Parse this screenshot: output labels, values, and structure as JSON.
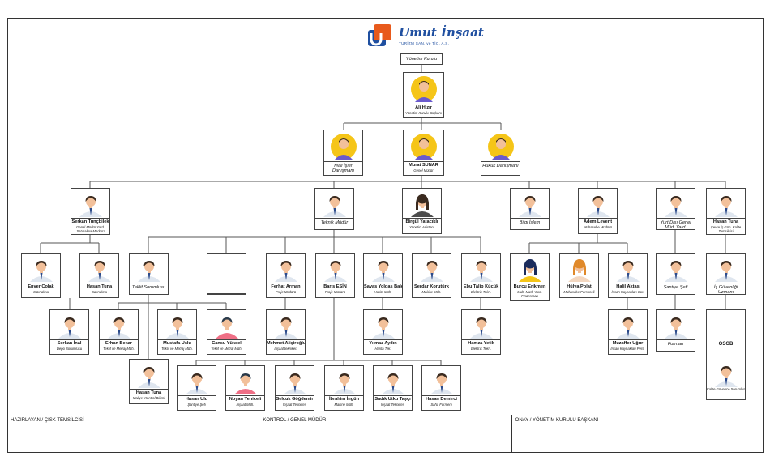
{
  "company": {
    "name": "Umut İnşaat",
    "sub": "TURİZM SAN. ve TİC. A.Ş."
  },
  "board_label": "Yönetim Kurulu",
  "people": {
    "chair": {
      "name": "Ali Hızır",
      "title": "Yönetim Kurulu Başkanı"
    },
    "mali": {
      "name": "",
      "title": "Mali İşler Danışmanı"
    },
    "gm": {
      "name": "Murat SUNAR",
      "title": "Genel Müdür"
    },
    "hukuk": {
      "name": "",
      "title": "Hukuk Danışmanı"
    },
    "serkan_t": {
      "name": "Serkan Tunçbilek",
      "title": "Genel Müdür Yard. Satınalma Müdürü"
    },
    "teknik": {
      "name": "",
      "title": "Teknik Müdür"
    },
    "birgul": {
      "name": "Birgül Yatacıklı",
      "title": "Yönetici Asistanı"
    },
    "bilgi": {
      "name": "",
      "title": "Bilgi İşlem"
    },
    "adem": {
      "name": "Adem Levent",
      "title": "Muhasebe Müdürü"
    },
    "yurtdisi": {
      "name": "",
      "title": "Yurt Dışı Genel Müd. Yard."
    },
    "hasan_t2": {
      "name": "Hasan Tuna",
      "title": "Çevre İş Gün. Kalite Temsilcisi"
    },
    "enver": {
      "name": "Enver Çolak",
      "title": "Satınalma"
    },
    "hasan_t1": {
      "name": "Hasan Tuna",
      "title": "Satınalma"
    },
    "teklif": {
      "name": "",
      "title": "Teklif Sorumlusu"
    },
    "mimarlar": {
      "name": "",
      "title": "Mimarlar"
    },
    "ferhat": {
      "name": "Ferhat Arman",
      "title": "Proje Müdürü"
    },
    "baris": {
      "name": "Barış ESİN",
      "title": "Proje Müdürü"
    },
    "savas": {
      "name": "Savaş Yoldaş Balcı",
      "title": "Harita Müh."
    },
    "serdar": {
      "name": "Serdar Korutürk",
      "title": "Makine Müh."
    },
    "ebu": {
      "name": "Ebu Talip Küçük",
      "title": "Elektrik Tekn."
    },
    "burcu": {
      "name": "Burcu Erikmen",
      "title": "Muh. Müd. Yard. Finansman"
    },
    "hulya": {
      "name": "Hülya Polat",
      "title": "Muhasebe Personeli"
    },
    "halil": {
      "name": "Halil Aktaş",
      "title": "İnsan Kaynakları Sor."
    },
    "santiye": {
      "name": "",
      "title": "Şantiye Şefi"
    },
    "isg": {
      "name": "",
      "title": "İş Güvenliği Uzmanı"
    },
    "serkan_i": {
      "name": "Serkan İnal",
      "title": "Depo Sorumlusu"
    },
    "erhan": {
      "name": "Erhan Bekar",
      "title": "Teklif ve Metraj Müh."
    },
    "mustafa": {
      "name": "Mustafa Uslu",
      "title": "Teklif ve Metraj Müh."
    },
    "cansu": {
      "name": "Cansu Yüksel",
      "title": "Teklif ve Metraj Müh."
    },
    "mehmet": {
      "name": "Mehmet Alişiroğlu",
      "title": "İnşaat teknikeri"
    },
    "yilmaz": {
      "name": "Yılmaz Aydın",
      "title": "Harita Tek."
    },
    "hamza": {
      "name": "Hamza Yetik",
      "title": "Elektrik Tekn."
    },
    "muzaffer": {
      "name": "Muzaffer Uğur",
      "title": "İnsan Kaynakları Pers."
    },
    "forman": {
      "name": "",
      "title": "Forman"
    },
    "osgb": {
      "name": "OSGB",
      "title": "Kalite Güvence Sorumlusu"
    },
    "hasan_t3": {
      "name": "Hasan Tuna",
      "title": "Maliyet Kontrol Birimi"
    },
    "hasan_u": {
      "name": "Hasan Ulu",
      "title": "Şantiye Şefi"
    },
    "noyan": {
      "name": "Noyan Yeniceli",
      "title": "İnşaat Müh."
    },
    "selcuk": {
      "name": "Selçuk Göğdemir",
      "title": "İnşaat Teknikeri"
    },
    "ibrahim": {
      "name": "İbrahim İngün",
      "title": "Makine Müh."
    },
    "sadik": {
      "name": "Sadık Utku Taşçı",
      "title": "İnşaat Teknikeri"
    },
    "hasan_d": {
      "name": "Hasan Demirci",
      "title": "Saha Formeni"
    }
  },
  "footer": {
    "prepared": "HAZIRLAYAN / ÇISK TEMSİLCİSİ",
    "control": "KONTROL / GENEL MÜDÜR",
    "approval": "ONAY / YÖNETİM KURULU BAŞKANI"
  },
  "colors": {
    "accent_blue": "#1f4fa0",
    "logo_orange": "#e85a1c",
    "avatar_yellow": "#f5c518",
    "avatar_purple": "#6a5acd"
  }
}
